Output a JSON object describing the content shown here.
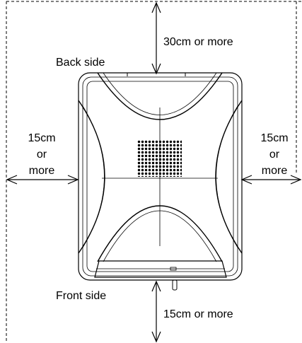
{
  "labels": {
    "back_side": "Back side",
    "front_side": "Front side",
    "top_clearance": "30cm or more",
    "bottom_clearance": "15cm or more",
    "left_clearance": [
      "15cm",
      "or",
      "more"
    ],
    "right_clearance": [
      "15cm",
      "or",
      "more"
    ]
  },
  "colors": {
    "line": "#000000",
    "background": "#ffffff"
  }
}
